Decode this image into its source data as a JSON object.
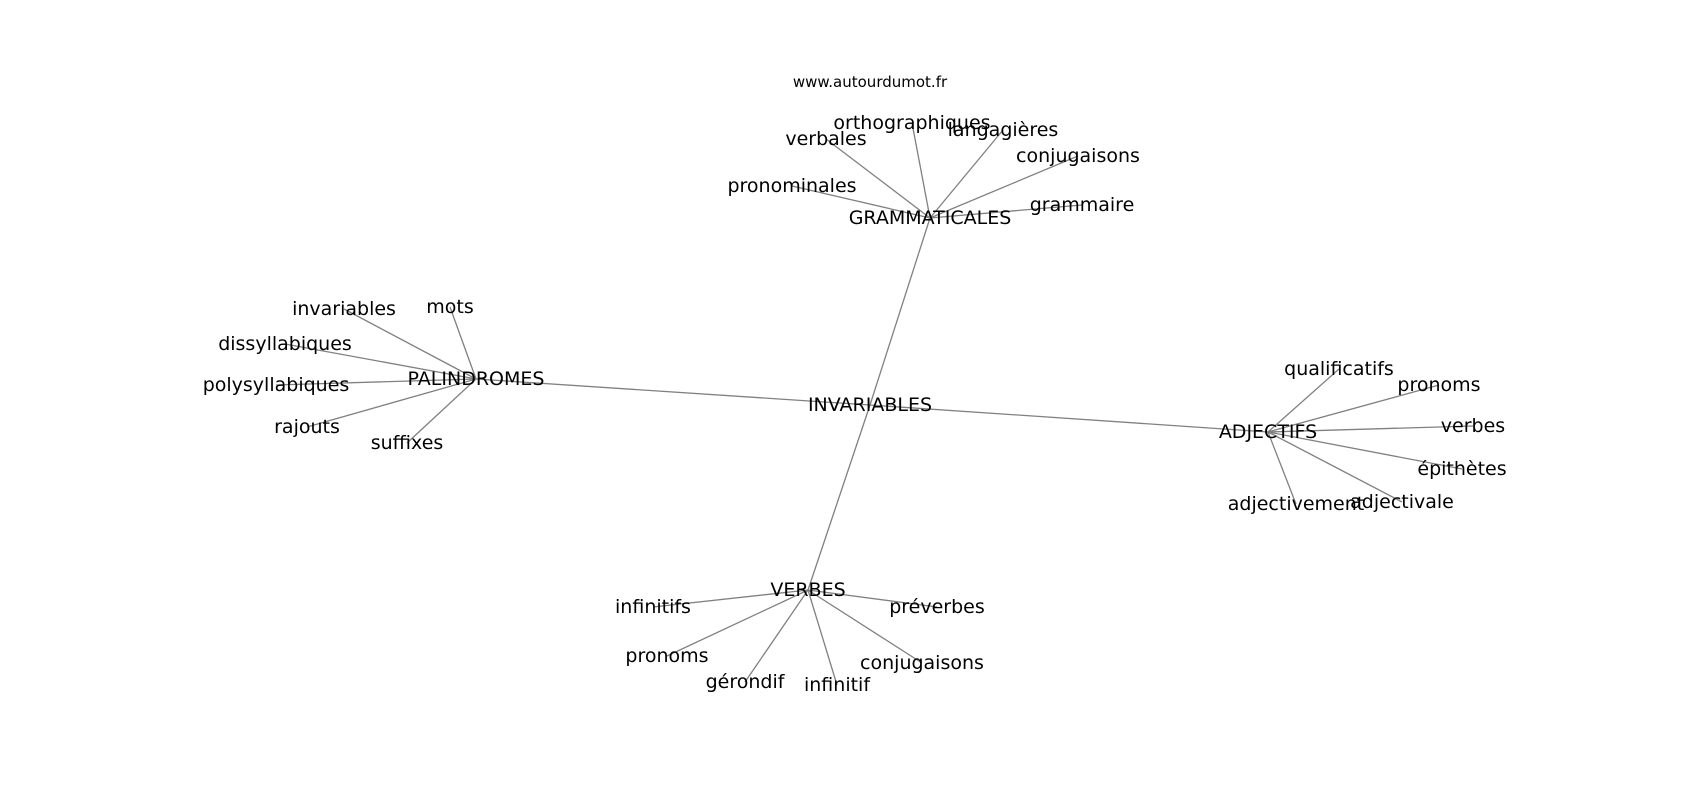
{
  "credit": "www.autourdumot.fr",
  "root": "INVARIABLES",
  "groups": [
    {
      "hub": "GRAMMATICALES",
      "leaves": [
        "orthographiques",
        "verbales",
        "langagières",
        "conjugaisons",
        "pronominales",
        "grammaire"
      ]
    },
    {
      "hub": "PALINDROMES",
      "leaves": [
        "invariables",
        "mots",
        "dissyllabiques",
        "polysyllabiques",
        "rajouts",
        "suffixes"
      ]
    },
    {
      "hub": "ADJECTIFS",
      "leaves": [
        "qualificatifs",
        "pronoms",
        "verbes",
        "épithètes",
        "adjectivale",
        "adjectivement"
      ]
    },
    {
      "hub": "VERBES",
      "leaves": [
        "infinitifs",
        "préverbes",
        "pronoms",
        "conjugaisons",
        "gérondif",
        "infinitif"
      ]
    }
  ]
}
